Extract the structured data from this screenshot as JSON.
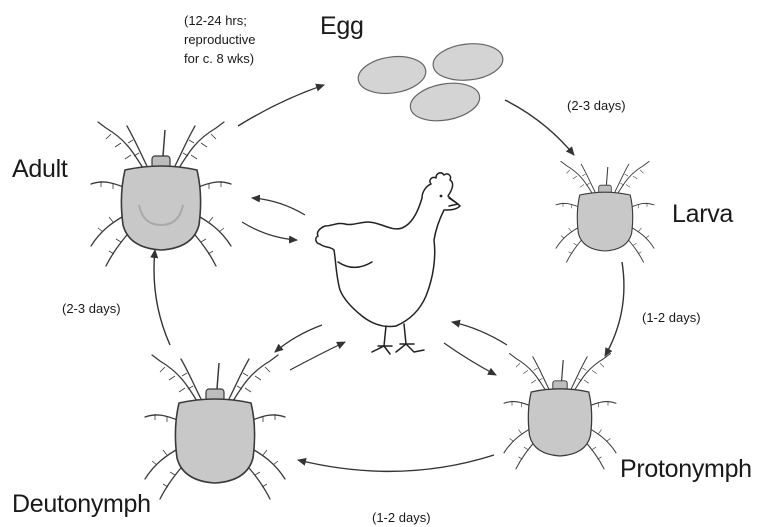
{
  "stages": {
    "egg": "Egg",
    "larva": "Larva",
    "protonymph": "Protonymph",
    "deutonymph": "Deutonymph",
    "adult": "Adult"
  },
  "durations": {
    "adult_to_egg": [
      "(12-24 hrs;",
      "reproductive",
      "for c. 8 wks)"
    ],
    "egg_to_larva": "(2-3 days)",
    "larva_to_protonymph": "(1-2 days)",
    "protonymph_to_deutonymph": "(1-2 days)",
    "deutonymph_to_adult": "(2-3 days)"
  },
  "colors": {
    "mite_body": "#c8c8c8",
    "egg_fill": "#d4d4d4",
    "outline": "#3a3a3a",
    "arrow": "#333333"
  },
  "icons": {
    "host": "hen-icon",
    "eggs": "egg-cluster-icon",
    "mites": "mite-icon"
  }
}
